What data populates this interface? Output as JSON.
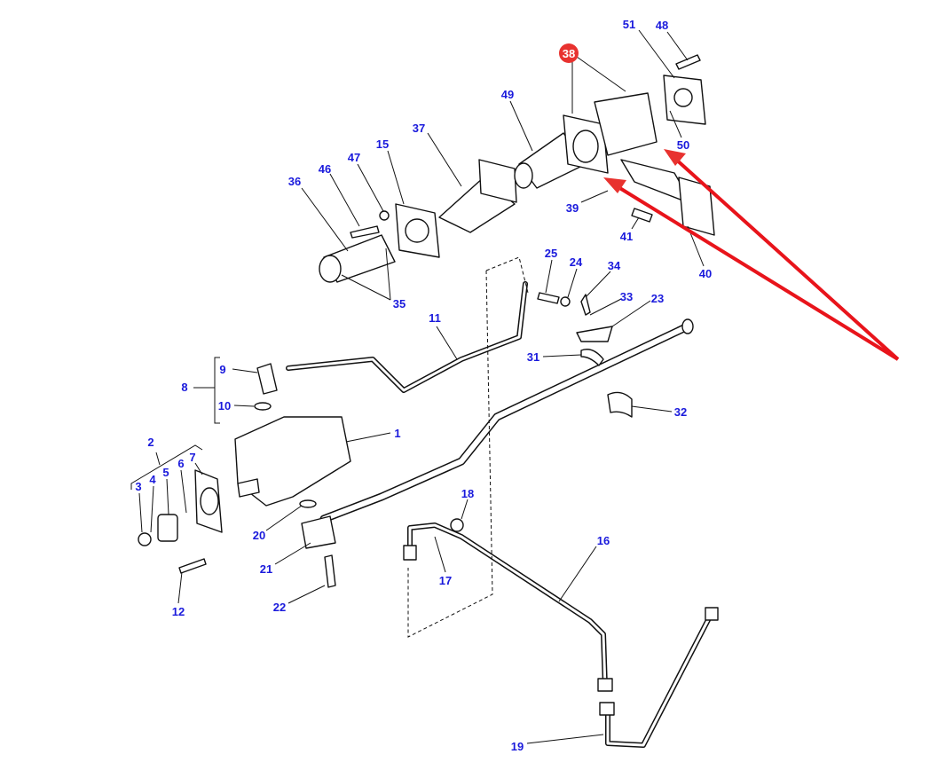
{
  "highlight_color": "#e8322f",
  "arrow_color": "#e8141b",
  "label_color": "#1a1adc",
  "highlighted_part": "38",
  "labels": {
    "p1": "1",
    "p2": "2",
    "p3": "3",
    "p4": "4",
    "p5": "5",
    "p6": "6",
    "p7": "7",
    "p8": "8",
    "p9": "9",
    "p10": "10",
    "p11": "11",
    "p12": "12",
    "p15": "15",
    "p16": "16",
    "p17": "17",
    "p18": "18",
    "p19": "19",
    "p20": "20",
    "p21": "21",
    "p22": "22",
    "p23": "23",
    "p24": "24",
    "p25": "25",
    "p31": "31",
    "p32": "32",
    "p33": "33",
    "p34": "34",
    "p35": "35",
    "p36": "36",
    "p37": "37",
    "p38": "38",
    "p39": "39",
    "p40": "40",
    "p41": "41",
    "p46": "46",
    "p47": "47",
    "p48": "48",
    "p49": "49",
    "p50": "50",
    "p51": "51"
  }
}
